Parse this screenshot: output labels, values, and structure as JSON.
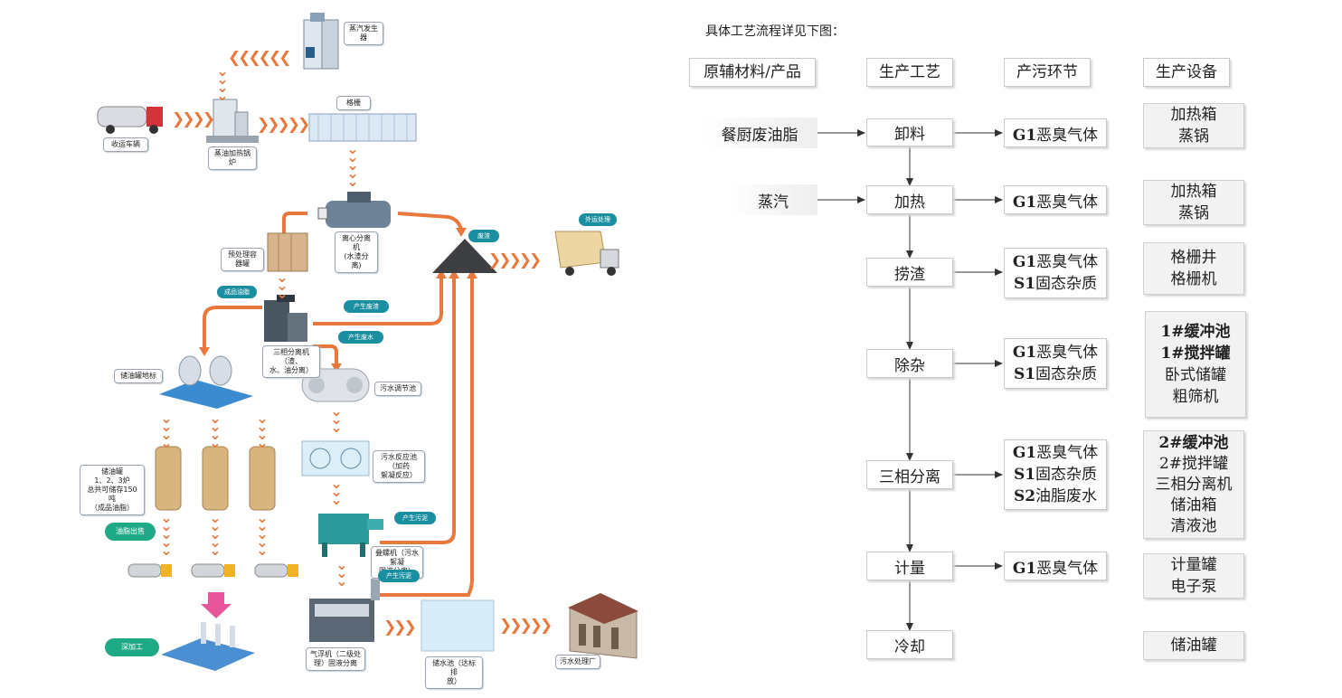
{
  "left_diagram": {
    "labels": {
      "steam_generator": "蒸汽发生器",
      "collection_truck": "收运车辆",
      "boiler": "蒸油加热锅炉",
      "grille": "格栅",
      "centrifuge": "离心分离机\n(水渣分离)",
      "pretreat_tank": "预处理容器罐",
      "waste_residue": "废渣",
      "outsource_disposal": "外运处理",
      "finished_oil": "成品油脂",
      "three_phase": "三相分离机（渣、\n水、油分离）",
      "product_residue": "产生废渣",
      "product_wastewater": "产生废水",
      "oil_storage_area": "储油罐地标",
      "sewage_tank": "污水调节池",
      "reaction_tank": "污水反应池（加药\n絮凝反应）",
      "storage_tanks": "储油罐\n1、2、3炉\n总共可储存150吨\n（成品油脂）",
      "outsource_sale": "油脂出售",
      "screw_press": "叠螺机（污水絮凝\n固液分离）",
      "product_sludge_1": "产生污泥",
      "product_sludge_2": "产生污泥",
      "deep_processing": "深加工",
      "air_flotation": "气浮机（二级处\n理）固液分离",
      "storage_pool": "储水池（达标排\n放）",
      "sewage_plant": "污水处理厂"
    }
  },
  "flow_table": {
    "intro": "具体工艺流程详见下图：",
    "headers": [
      "原辅材料/产品",
      "生产工艺",
      "产污环节",
      "生产设备"
    ],
    "inputs": [
      "餐厨废油脂",
      "蒸汽"
    ],
    "steps": [
      "卸料",
      "加热",
      "捞渣",
      "除杂",
      "三相分离",
      "计量",
      "冷却"
    ],
    "pollutants": [
      {
        "lines": [
          [
            "G1",
            "恶臭气体"
          ]
        ]
      },
      {
        "lines": [
          [
            "G1",
            "恶臭气体"
          ]
        ]
      },
      {
        "lines": [
          [
            "G1",
            "恶臭气体"
          ],
          [
            "S1",
            "固态杂质"
          ]
        ]
      },
      {
        "lines": [
          [
            "G1",
            "恶臭气体"
          ],
          [
            "S1",
            "固态杂质"
          ]
        ]
      },
      {
        "lines": [
          [
            "G1",
            "恶臭气体"
          ],
          [
            "S1",
            "固态杂质"
          ],
          [
            "S2",
            "油脂废水"
          ]
        ]
      },
      {
        "lines": [
          [
            "G1",
            "恶臭气体"
          ]
        ]
      }
    ],
    "equipment": [
      [
        "加热箱",
        "蒸锅"
      ],
      [
        "加热箱",
        "蒸锅"
      ],
      [
        "格栅井",
        "格栅机"
      ],
      [
        "1#缓冲池",
        "1#搅拌罐",
        "卧式储罐",
        "粗筛机"
      ],
      [
        "2#缓冲池",
        "2#搅拌罐",
        "三相分离机",
        "储油箱",
        "清液池"
      ],
      [
        "计量罐",
        "电子泵"
      ],
      [
        "储油罐"
      ]
    ]
  },
  "colors": {
    "arrow_orange": "#e8783c",
    "bubble_teal": "#1a8fa1",
    "bubble_green": "#1faa86"
  }
}
